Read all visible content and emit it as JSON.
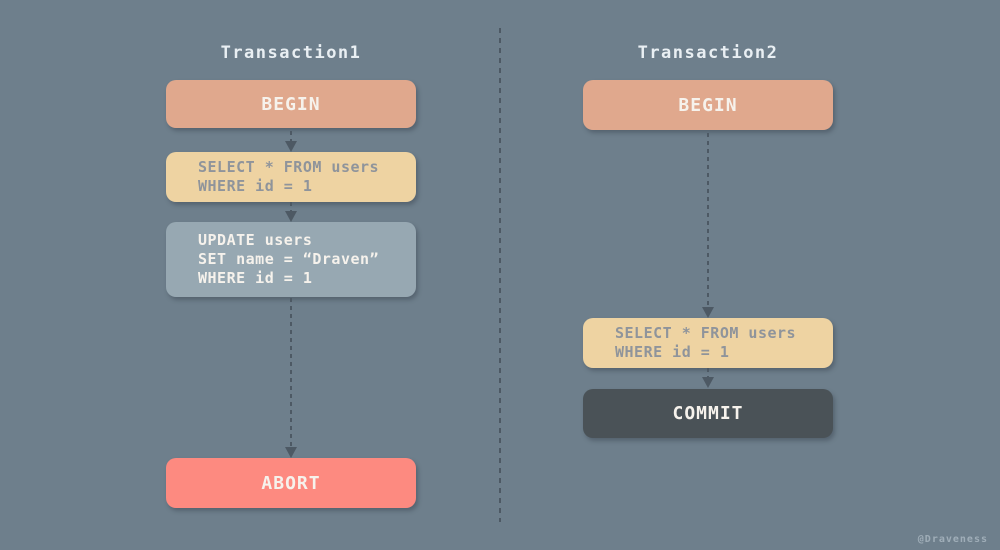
{
  "colors": {
    "background": "#6e7f8c",
    "begin_fill": "#e0a88d",
    "sql_fill": "#eed3a2",
    "update_fill": "#97a8b2",
    "commit_fill": "#4a5257",
    "abort_fill": "#fd8a80",
    "arrow": "#4d5964",
    "title_text": "#e9eff3",
    "sql_text": "#8f949b",
    "box_text": "#f6f2ec"
  },
  "transaction1": {
    "title": "Transaction1",
    "begin_label": "BEGIN",
    "select": {
      "line1": "SELECT * FROM users",
      "line2": "WHERE id = 1"
    },
    "update": {
      "line1": "UPDATE users",
      "line2": "SET name = “Draven”",
      "line3": "WHERE id = 1"
    },
    "abort_label": "ABORT"
  },
  "transaction2": {
    "title": "Transaction2",
    "begin_label": "BEGIN",
    "select": {
      "line1": "SELECT * FROM users",
      "line2": "WHERE id = 1"
    },
    "commit_label": "COMMIT"
  },
  "watermark": "@Draveness"
}
